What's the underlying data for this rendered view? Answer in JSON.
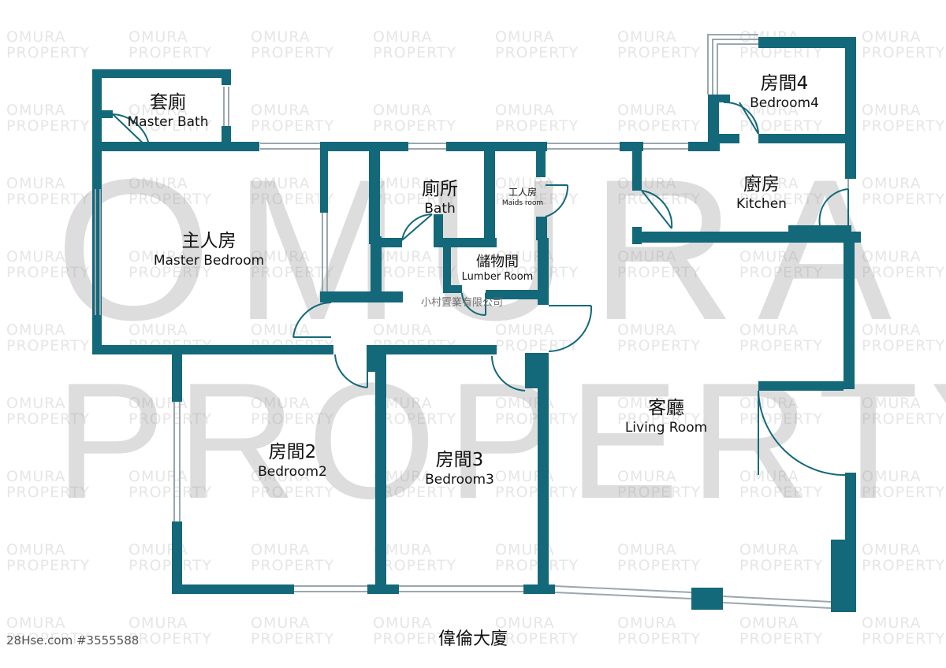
{
  "watermark": {
    "brand_line1": "OMURA",
    "brand_line2": "PROPERTY"
  },
  "rooms": {
    "master_bath": {
      "zh": "套廁",
      "en": "Master Bath"
    },
    "master_bedroom": {
      "zh": "主人房",
      "en": "Master Bedroom"
    },
    "bath": {
      "zh": "廁所",
      "en": "Bath"
    },
    "maids_room": {
      "zh": "工人房",
      "en": "Maids room"
    },
    "lumber_room": {
      "zh": "儲物間",
      "en": "Lumber Room"
    },
    "bedroom4": {
      "zh": "房間4",
      "en": "Bedroom4"
    },
    "kitchen": {
      "zh": "廚房",
      "en": "Kitchen"
    },
    "living_room": {
      "zh": "客廳",
      "en": "Living Room"
    },
    "bedroom2": {
      "zh": "房間2",
      "en": "Bedroom2"
    },
    "bedroom3": {
      "zh": "房間3",
      "en": "Bedroom3"
    }
  },
  "company_name": "小村置業有限公司",
  "building_name": "偉倫大廈",
  "listing_id": "28Hse.com #3555588",
  "colors": {
    "wall": "#13687a",
    "window": "#9aa7ad",
    "door": "#13687a"
  }
}
